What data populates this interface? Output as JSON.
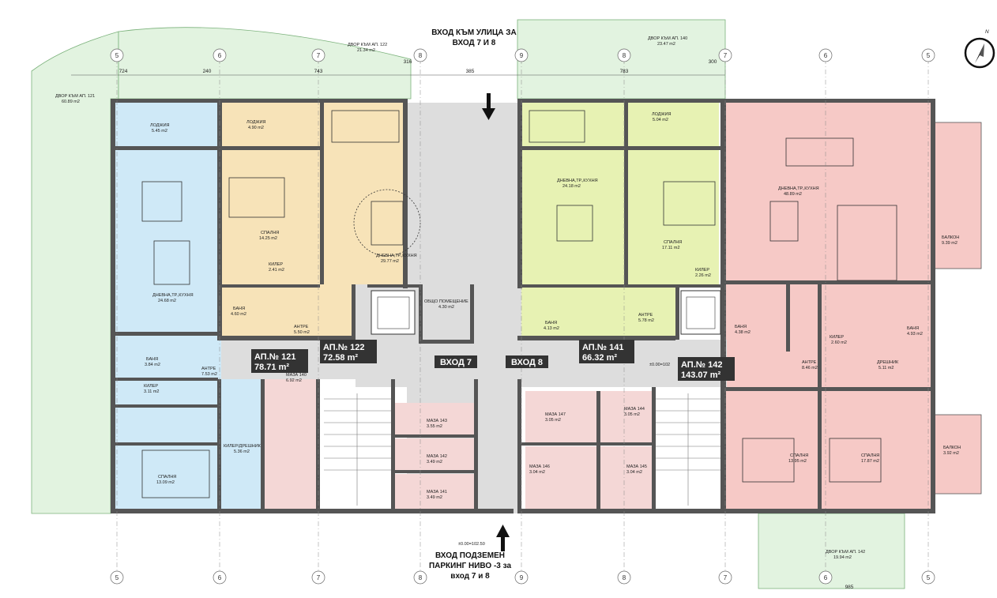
{
  "entrances": {
    "street": [
      "ВХОД КЪМ УЛИЦА ЗА",
      "ВХОД 7 И 8"
    ],
    "parking": [
      "ВХОД ПОДЗЕМЕН",
      "ПАРКИНГ НИВО -3 за",
      "вход 7 и 8"
    ],
    "door7": "ВХОД 7",
    "door8": "ВХОД 8"
  },
  "elevation": "±0.00=102.50",
  "elevation_mid": "±0.00=102",
  "apartments": [
    {
      "id": "ap121",
      "name": "АП.№ 121",
      "area": "78.71 m²"
    },
    {
      "id": "ap122",
      "name": "АП.№ 122",
      "area": "72.58 m²"
    },
    {
      "id": "ap141",
      "name": "АП.№ 141",
      "area": "66.32 m²"
    },
    {
      "id": "ap142",
      "name": "АП.№ 142",
      "area": "143.07 m²"
    }
  ],
  "yards": [
    {
      "name": "ДВОР КЪМ АП. 121",
      "area": "60.89 m2"
    },
    {
      "name": "ДВОР КЪМ АП. 122",
      "area": "21.34 m2"
    },
    {
      "name": "ДВОР КЪМ АП. 140",
      "area": "23.47 m2"
    },
    {
      "name": "ДВОР КЪМ АП. 142",
      "area": "19.94 m2"
    }
  ],
  "rooms": [
    {
      "name": "ЛОДЖИЯ",
      "area": "5.45 m2"
    },
    {
      "name": "ЛОДЖИЯ",
      "area": "4.90 m2"
    },
    {
      "name": "ЛОДЖИЯ",
      "area": "5.04 m2"
    },
    {
      "name": "ДНЕВНА,ТР.,КУХНЯ",
      "area": "24.68 m2"
    },
    {
      "name": "СПАЛНЯ",
      "area": "14.25 m2"
    },
    {
      "name": "ДНЕВНА,ТР.,КУХНЯ",
      "area": "29.77 m2"
    },
    {
      "name": "КИЛЕР",
      "area": "2.41 m2"
    },
    {
      "name": "БАНЯ",
      "area": "4.60 m2"
    },
    {
      "name": "АНТРЕ",
      "area": "5.50 m2"
    },
    {
      "name": "ДНЕВНА,ТР.,КУХНЯ",
      "area": "24.18 m2"
    },
    {
      "name": "СПАЛНЯ",
      "area": "17.11 m2"
    },
    {
      "name": "КИЛЕР",
      "area": "2.26 m2"
    },
    {
      "name": "БАНЯ",
      "area": "4.13 m2"
    },
    {
      "name": "АНТРЕ",
      "area": "5.78 m2"
    },
    {
      "name": "ДНЕВНА,ТР.,КУХНЯ",
      "area": "48.89 m2"
    },
    {
      "name": "БАЛКОН",
      "area": "9.39 m2"
    },
    {
      "name": "БАНЯ",
      "area": "4.38 m2"
    },
    {
      "name": "КИЛЕР",
      "area": "2.60 m2"
    },
    {
      "name": "БАНЯ",
      "area": "4.93 m2"
    },
    {
      "name": "АНТРЕ",
      "area": "8.46 m2"
    },
    {
      "name": "ДРЕШНИК",
      "area": "5.11 m2"
    },
    {
      "name": "СПАЛНЯ",
      "area": "13.95 m2"
    },
    {
      "name": "СПАЛНЯ",
      "area": "17.87 m2"
    },
    {
      "name": "БАЛКОН",
      "area": "3.92 m2"
    },
    {
      "name": "БАНЯ",
      "area": "3.84 m2"
    },
    {
      "name": "АНТРЕ",
      "area": "7.53 m2"
    },
    {
      "name": "КИЛЕР",
      "area": "3.11 m2"
    },
    {
      "name": "КИЛЕР/ДРЕШНИК",
      "area": "5.36 m2"
    },
    {
      "name": "СПАЛНЯ",
      "area": "13.09 m2"
    },
    {
      "name": "ОБЩО ПОМЕЩЕНИЕ",
      "area": "4.30 m2"
    },
    {
      "name": "МАЗА 140",
      "area": "6.92 m2"
    },
    {
      "name": "МАЗА 143",
      "area": "3.55 m2"
    },
    {
      "name": "МАЗА 142",
      "area": "3.49 m2"
    },
    {
      "name": "МАЗА 141",
      "area": "3.49 m2"
    },
    {
      "name": "МАЗА 147",
      "area": "3.05 m2"
    },
    {
      "name": "МАЗА 144",
      "area": "3.05 m2"
    },
    {
      "name": "МАЗА 146",
      "area": "3.04 m2"
    },
    {
      "name": "МАЗА 145",
      "area": "3.04 m2"
    }
  ],
  "axes_top": [
    "5",
    "6",
    "7",
    "8",
    "9",
    "8",
    "7",
    "6",
    "5"
  ],
  "axes_bottom": [
    "5",
    "6",
    "7",
    "8",
    "9",
    "8",
    "7",
    "6",
    "5"
  ],
  "dims_top": [
    "724",
    "240",
    "743",
    "316",
    "385",
    "783",
    "300"
  ],
  "dims_bottom": [
    "985"
  ],
  "compass": "N",
  "colors": {
    "ap121": "#cfe9f7",
    "ap122": "#f7e3b8",
    "ap141": "#e7f2b3",
    "ap142": "#f6c9c6",
    "storage": "#f4d7d6",
    "yard": "#e2f3e0",
    "common": "#dddddd",
    "label_bg": "#333333"
  }
}
